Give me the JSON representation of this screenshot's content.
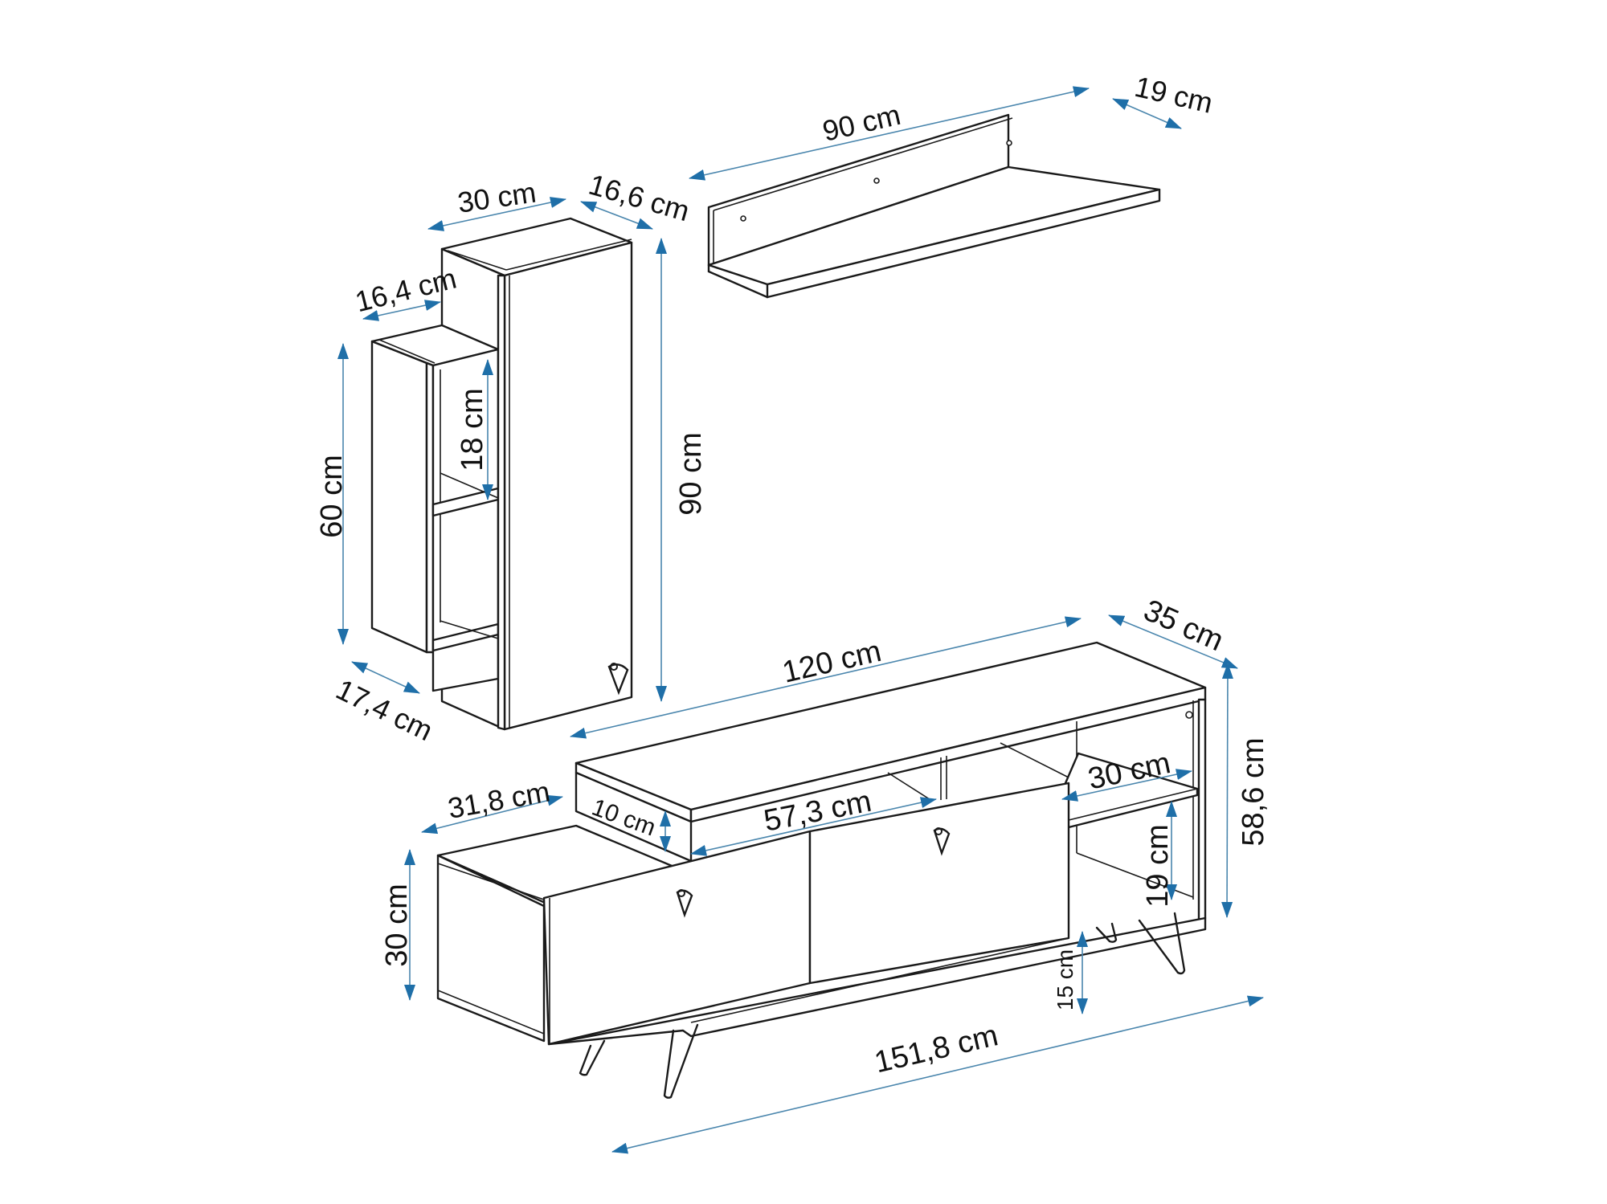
{
  "colors": {
    "background": "#ffffff",
    "outline": "#1a1a1a",
    "dimension_arrow": "#1f6fa8",
    "dimension_line": "#4a86ad"
  },
  "wall_shelf": {
    "width_label": "90 cm",
    "depth_label": "19 cm"
  },
  "tall_cabinet": {
    "width_label": "30 cm",
    "depth_label": "16,6 cm",
    "height_label": "90 cm"
  },
  "side_shelf": {
    "width_label": "16,4 cm",
    "height_label": "60 cm",
    "compartment_height_label": "18 cm",
    "depth_label": "17,4 cm"
  },
  "tv_stand": {
    "top_width_label": "120 cm",
    "depth_label": "35 cm",
    "total_height_label": "58,6 cm",
    "left_depth_label": "31,8 cm",
    "riser_height_label": "10 cm",
    "center_opening_label": "57,3 cm",
    "right_shelf_width_label": "30 cm",
    "right_compartment_height_label": "19 cm",
    "left_body_height_label": "30 cm",
    "leg_height_label": "15 cm",
    "total_width_label": "151,8 cm"
  }
}
